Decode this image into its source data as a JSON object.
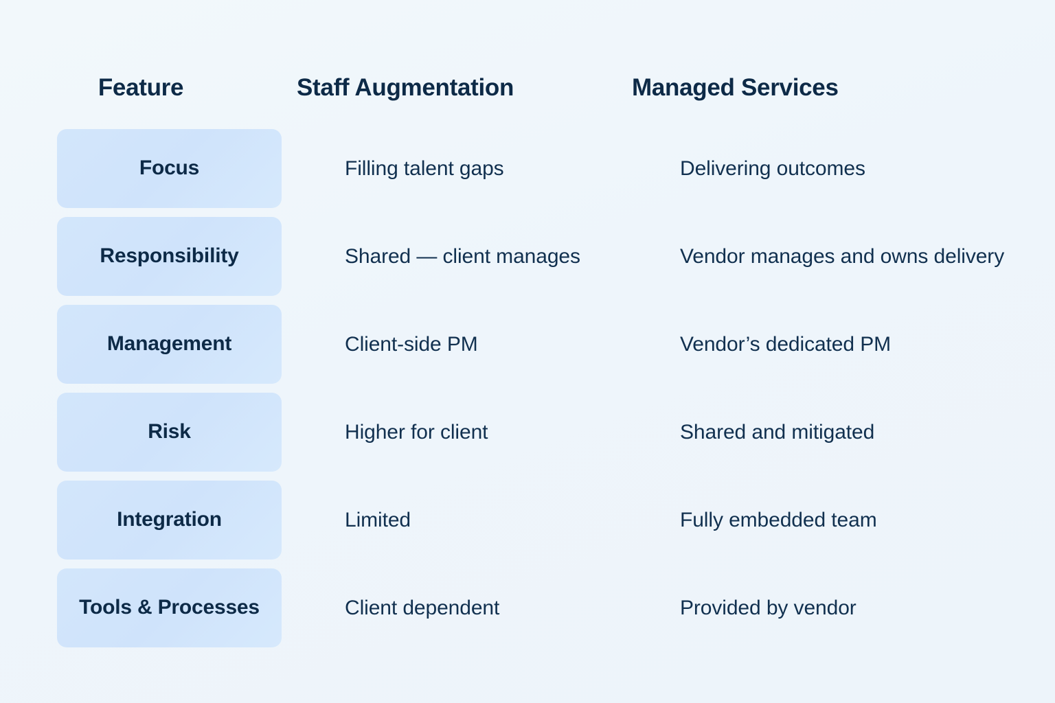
{
  "table": {
    "headers": {
      "feature": "Feature",
      "column_a": "Staff Augmentation",
      "column_b": "Managed Services"
    },
    "rows": [
      {
        "feature": "Focus",
        "staff_augmentation": "Filling talent gaps",
        "managed_services": "Delivering outcomes"
      },
      {
        "feature": "Responsibility",
        "staff_augmentation": "Shared — client manages",
        "managed_services": "Vendor manages and owns delivery"
      },
      {
        "feature": "Management",
        "staff_augmentation": "Client-side PM",
        "managed_services": "Vendor’s dedicated PM"
      },
      {
        "feature": "Risk",
        "staff_augmentation": "Higher for client",
        "managed_services": "Shared and mitigated"
      },
      {
        "feature": "Integration",
        "staff_augmentation": "Limited",
        "managed_services": "Fully embedded team"
      },
      {
        "feature": "Tools & Processes",
        "staff_augmentation": "Client dependent",
        "managed_services": "Provided by vendor"
      }
    ]
  },
  "theme": {
    "background": "#f0f7fb",
    "pill_fill": "#d2e5fb",
    "heading_color": "#0d2a47",
    "body_text_color": "#11304f"
  }
}
